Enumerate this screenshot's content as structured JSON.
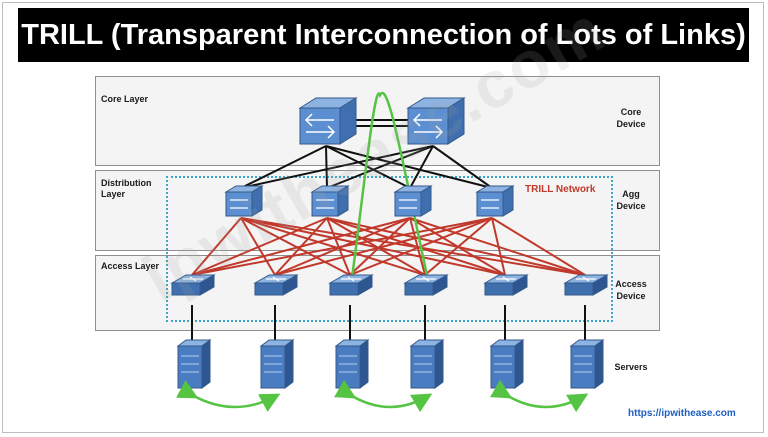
{
  "title": "TRILL (Transparent Interconnection of Lots of Links)",
  "layers": {
    "core": "Core Layer",
    "distribution": [
      "Distribution",
      "Layer"
    ],
    "access": "Access Layer"
  },
  "device_labels": {
    "core": [
      "Core",
      "Device"
    ],
    "agg": [
      "Agg",
      "Device"
    ],
    "access": [
      "Access",
      "Device"
    ],
    "servers": "Servers"
  },
  "trill_network_label": "TRILL Network",
  "watermark": "ipwithease.com",
  "url": "https://ipwithease.com",
  "colors": {
    "title_bg": "#000000",
    "core_links": "#111111",
    "agg_access_links": "#c0392b",
    "trill_path": "#55c443",
    "server_links": "#55c443",
    "switch_fill": "#5b8fd1",
    "trill_border": "#3aa6c9"
  },
  "icons": {
    "core_switch": "core-switch-icon",
    "agg_switch": "agg-switch-icon",
    "access_switch": "access-switch-icon",
    "server": "server-icon"
  }
}
